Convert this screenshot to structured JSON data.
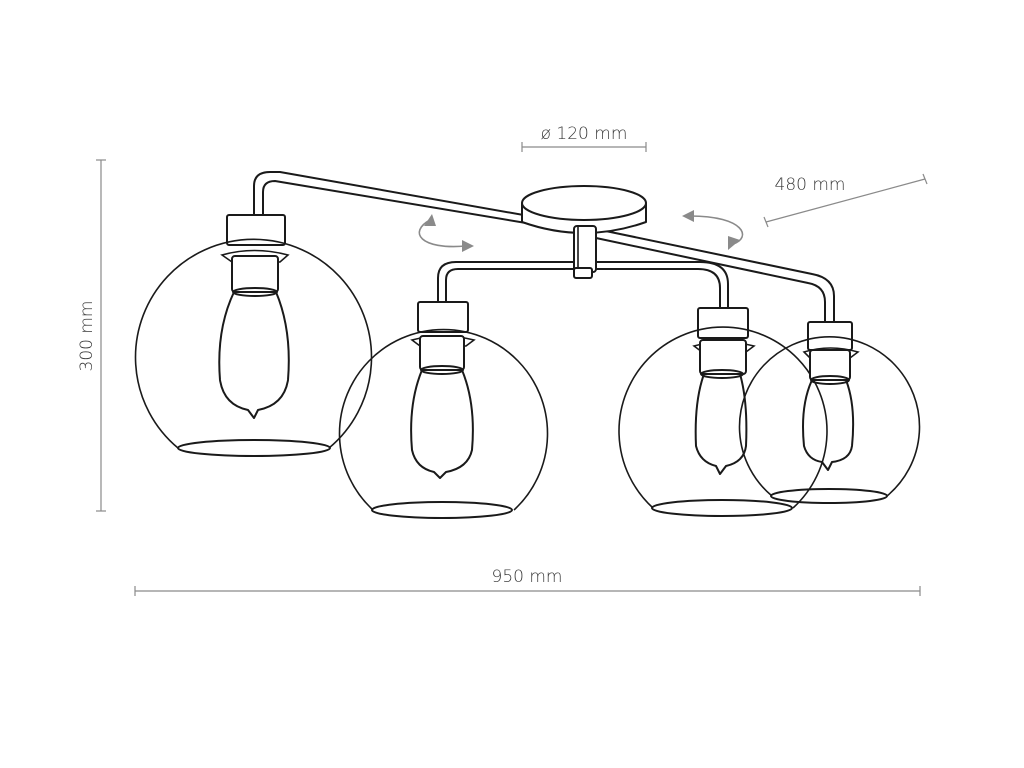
{
  "dimensions": {
    "canopy_diameter": "ø 120 mm",
    "depth": "480 mm",
    "height": "300 mm",
    "width": "950 mm"
  },
  "colors": {
    "line": "#1a1a1a",
    "dimension": "#8a8a8a"
  },
  "icons": {
    "rotation_arrows": "curved-double-arrow-icon"
  }
}
